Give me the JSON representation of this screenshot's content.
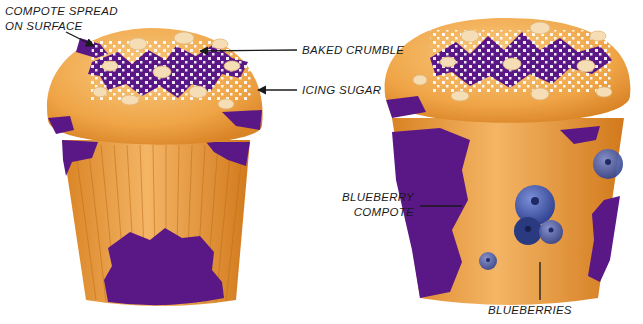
{
  "diagram": {
    "labels": [
      "COMPOTE SPREAD ON SURFACE",
      "BAKED CRUMBLE",
      "ICING SUGAR",
      "BLUEBERRY COMPOTE",
      "BLUEBERRIES"
    ]
  }
}
